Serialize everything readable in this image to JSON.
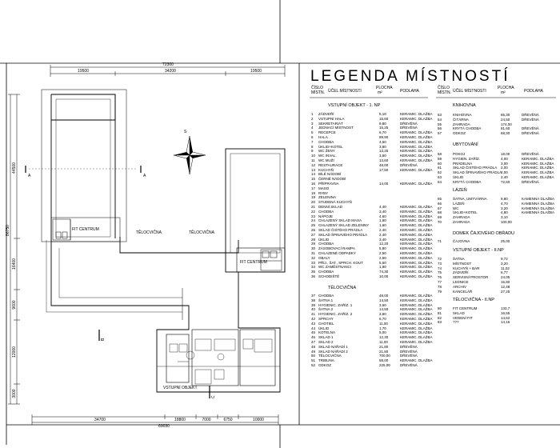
{
  "plan": {
    "dims_top": {
      "total": "72300",
      "a": "19500",
      "b": "34200",
      "c": "19500"
    },
    "dims_left": {
      "total": "86750",
      "a": "44500",
      "b": "16400",
      "c": "9600",
      "d": "12000",
      "e": "3000"
    },
    "dims_bottom": {
      "a": "34700",
      "b": "18800",
      "c": "7000",
      "d": "6750",
      "e": "10000",
      "total": "69030"
    },
    "rooms": {
      "fit_centrum_1": "FIT CENTRUM",
      "telocvicna_1": "TĚLOCVIČNA",
      "telocvicna_2": "TĚLOCVIČNA",
      "fit_centrum_2": "FIT CENTRUM",
      "vstupni_objekt": "VSTUPNÍ OBJEKT"
    },
    "sections": {
      "a": "A",
      "b": "B",
      "c": "C"
    },
    "north": "S"
  },
  "legend": {
    "title": "LEGENDA MÍSTNOSTÍ",
    "headers": {
      "cislo": "ČÍSLO",
      "mistn": "MÍSTN.",
      "ucel": "ÚČEL MÍSTNOSTI",
      "plocha": "PLOCHA",
      "unit": "m²",
      "podlaha": "PODLAHA"
    },
    "col1": {
      "section1": "VSTUPNÍ OBJEKT - 1. NP",
      "rows1": [
        [
          "1",
          "ZÁDVEŘÍ",
          "5,10",
          "KERAMIC. DLAŽBA"
        ],
        [
          "2",
          "VSTUPNÍ HALA",
          "15,60",
          "KERAMIC. DLAŽBA"
        ],
        [
          "3",
          "SEKRETARIÁT",
          "9,80",
          "DŘEVĚNÁ"
        ],
        [
          "4",
          "JEDNACÍ MÍSTNOST",
          "15,25",
          "DŘEVĚNÁ"
        ],
        [
          "5",
          "RECEPCE",
          "6,70",
          "KERAMIC. DLAŽBA"
        ],
        [
          "6",
          "HALA",
          "89,90",
          "KERAMIC. DLAŽBA"
        ],
        [
          "7",
          "CHODBA",
          "4,50",
          "KERAMIC. DLAŽBA"
        ],
        [
          "8",
          "ÚKLID+KOTEL",
          "3,80",
          "KERAMIC. DLAŽBA"
        ],
        [
          "9",
          "WC ŽENY",
          "13,25",
          "KERAMIC. DLAŽBA"
        ],
        [
          "10",
          "WC INVAL.",
          "3,60",
          "KERAMIC. DLAŽBA"
        ],
        [
          "11",
          "WC MUŽI",
          "13,60",
          "KERAMIC. DLAŽBA"
        ],
        [
          "12",
          "RESTAURACE",
          "48,00",
          "DŘEVĚNÁ"
        ],
        [
          "13",
          "KUCHYŇ",
          "17,50",
          "KERAMIC. DLAŽBA"
        ],
        [
          "14",
          "BÍLÉ NÁDOBÍ",
          "",
          ""
        ],
        [
          "15",
          "ČERNÉ NÁDOBÍ",
          "",
          ""
        ],
        [
          "16",
          "PŘÍPRAVNA",
          "14,00",
          "KERAMIC. DLAŽBA"
        ],
        [
          "17",
          "MASO",
          "",
          ""
        ],
        [
          "18",
          "RYBY",
          "",
          ""
        ],
        [
          "19",
          "ZELENINA",
          "",
          ""
        ],
        [
          "20",
          "STUDENÁ KUCHYŇ",
          "",
          ""
        ],
        [
          "21",
          "DENNÍ SKLAD",
          "4,40",
          "KERAMIC. DLAŽBA"
        ],
        [
          "22",
          "CHODBA",
          "3,40",
          "KERAMIC. DLAŽBA"
        ],
        [
          "23",
          "NÁPOJE",
          "4,60",
          "KERAMIC. DLAŽBA"
        ],
        [
          "24",
          "CHLAZENÝ SKLAD MASA",
          "1,60",
          "KERAMIC. DLAŽBA"
        ],
        [
          "25",
          "CHLAZENÝ SKLAD ZELENINY",
          "1,60",
          "KERAMIC. DLAŽBA"
        ],
        [
          "26",
          "SKLAD ČISTÉHO PRÁDLA",
          "2,40",
          "KERAMIC. DLAŽBA"
        ],
        [
          "27",
          "SKLAD ŠPINAVÉHO PRÁDLA",
          "2,40",
          "KERAMIC. DLAŽBA"
        ],
        [
          "28",
          "ÚKLID",
          "3,40",
          "KERAMIC. DLAŽBA"
        ],
        [
          "29",
          "CHODBA",
          "12,20",
          "KERAMIC. DLAŽBA"
        ],
        [
          "30",
          "ZÁSOBOVACÍ RAMPA",
          "5,80",
          "KERAMIC. DLAŽBA"
        ],
        [
          "31",
          "CHLAZENÉ ODPADKY",
          "2,50",
          "KERAMIC. DLAŽBA"
        ],
        [
          "32",
          "OBALY",
          "2,50",
          "KERAMIC. DLAŽBA"
        ],
        [
          "33",
          "PŘÍJ., ŠAT., SPRCH. KOUT",
          "5,50",
          "KERAMIC. DLAŽBA"
        ],
        [
          "34",
          "WC ZAMĚSTNANCI",
          "1,80",
          "KERAMIC. DLAŽBA"
        ],
        [
          "35",
          "CHODBA",
          "74,30",
          "KERAMIC. DLAŽBA"
        ],
        [
          "36",
          "SCHODIŠTĚ",
          "10,00",
          "KERAMIC. DLAŽBA"
        ]
      ],
      "section2": "TĚLOCVIČNA",
      "rows2": [
        [
          "37",
          "CHODBA",
          "48,00",
          "KERAMIC. DLAŽBA"
        ],
        [
          "38",
          "ŠATNA 1",
          "14,50",
          "KERAMIC. DLAŽBA"
        ],
        [
          "39",
          "HYGIENIC. ZAŘÍZ. 1",
          "3,60",
          "KERAMIC. DLAŽBA"
        ],
        [
          "40",
          "ŠATNA 2",
          "14,50",
          "KERAMIC. DLAŽBA"
        ],
        [
          "41",
          "HYGIENIC. ZAŘÍZ. 2",
          "3,60",
          "KERAMIC. DLAŽBA"
        ],
        [
          "42",
          "SPRCHY",
          "6,70",
          "KERAMIC. DLAŽBA"
        ],
        [
          "43",
          "CHOTIEL",
          "11,00",
          "KERAMIC. DLAŽBA"
        ],
        [
          "44",
          "ÚKLID",
          "1,70",
          "KERAMIC. DLAŽBA"
        ],
        [
          "45",
          "KOTELNA",
          "5,00",
          "KERAMIC. DLAŽBA"
        ],
        [
          "46",
          "SKLAD 1",
          "12,30",
          "KERAMIC. DLAŽBA"
        ],
        [
          "47",
          "SKLAD 2",
          "11,00",
          "KERAMIC. DLAŽBA"
        ],
        [
          "48",
          "SKLAD NÁŘADÍ 1",
          "21,80",
          "DŘEVĚNÁ"
        ],
        [
          "49",
          "SKLAD NÁŘADÍ 2",
          "21,80",
          "DŘEVĚNÁ"
        ],
        [
          "50",
          "TĚLOCVIČNA",
          "700,00",
          "DŘEVĚNÁ"
        ],
        [
          "51",
          "TRIBUNA",
          "58,00",
          "KERAMIC. DLAŽBA"
        ],
        [
          "52",
          "ODKOZ",
          "225,00",
          "DŘEVĚNÁ"
        ]
      ]
    },
    "col2": {
      "section1": "KNIHOVNA",
      "rows1": [
        [
          "53",
          "KNIHOVNA",
          "65,30",
          "DŘEVĚNÁ"
        ],
        [
          "54",
          "ČITÁRNA",
          "24,50",
          "DŘEVĚNÁ"
        ],
        [
          "55",
          "ZAHRADA",
          "174,00",
          ""
        ],
        [
          "56",
          "KRYTÁ CHODBA",
          "81,60",
          "DŘEVĚNÁ"
        ],
        [
          "57",
          "ODKOZ",
          "68,30",
          "DŘEVĚNÁ"
        ]
      ],
      "section2": "UBYTOVÁNÍ",
      "rows2": [
        [
          "58",
          "POKOJ",
          "18,00",
          "DŘEVĚNÁ"
        ],
        [
          "59",
          "HYGIEN. ZAŘÍZ.",
          "4,00",
          "KERAMIC. DLAŽBA"
        ],
        [
          "60",
          "PRÁDELNA",
          "3,00",
          "KERAMIC. DLAŽBA"
        ],
        [
          "61",
          "SKLAD ČISTÉHO PRÁDLA",
          "2,00",
          "KERAMIC. DLAŽBA"
        ],
        [
          "62",
          "SKLAD ŠPINAVÉHO PRÁDLA",
          "2,00",
          "KERAMIC. DLAŽBA"
        ],
        [
          "63",
          "ÚKLID",
          "2,40",
          "KERAMIC. DLAŽBA"
        ],
        [
          "64",
          "KRYTÁ CHODBA",
          "72,60",
          "DŘEVĚNÁ"
        ]
      ],
      "section3": "LÁZEŇ",
      "rows3": [
        [
          "65",
          "ŠATNA, UMÝVÁRNA",
          "9,80",
          "KAMENNÁ DLAŽBA"
        ],
        [
          "66",
          "LÁZEŇ",
          "4,70",
          "KAMENNÁ DLAŽBA"
        ],
        [
          "67",
          "WC",
          "3,20",
          "KAMENNÁ DLAŽBA"
        ],
        [
          "68",
          "ÚKLID+KOTEL",
          "4,80",
          "KAMENNÁ DLAŽBA"
        ],
        [
          "69",
          "ZAHRADA",
          "3,10",
          ""
        ],
        [
          "70",
          "ZAHRADA",
          "100,00",
          ""
        ]
      ],
      "section4": "DOMEK ČAJOVÉHO OBŘADU",
      "rows4": [
        [
          "71",
          "ČAJOVNA",
          "25,00",
          ""
        ]
      ],
      "section5": "VSTUPNÍ OBJEKT - II.NP",
      "rows5": [
        [
          "72",
          "ŠATNA",
          "9,72",
          ""
        ],
        [
          "73",
          "MÍSTNOST",
          "3,20",
          ""
        ],
        [
          "74",
          "KUCHYŇ + BAR",
          "11,02",
          ""
        ],
        [
          "75",
          "ZÁDVEŘÍ",
          "6,77",
          ""
        ],
        [
          "76",
          "SERVISNÍ PROSTOR",
          "24,05",
          ""
        ],
        [
          "77",
          "LEDNICE",
          "16,80",
          ""
        ],
        [
          "78",
          "ARCHIV",
          "12,48",
          ""
        ],
        [
          "79",
          "KANCELÁŘ",
          "27,25",
          ""
        ]
      ],
      "section6": "TĚLOCVIČNA - II.NP",
      "rows6": [
        [
          "80",
          "FIT CENTRUM",
          "133,7",
          ""
        ],
        [
          "81",
          "SKLAD",
          "16,55",
          ""
        ],
        [
          "82",
          "VEDENÍ FIT",
          "14,62",
          ""
        ],
        [
          "83",
          "???",
          "14,16",
          ""
        ]
      ]
    }
  }
}
